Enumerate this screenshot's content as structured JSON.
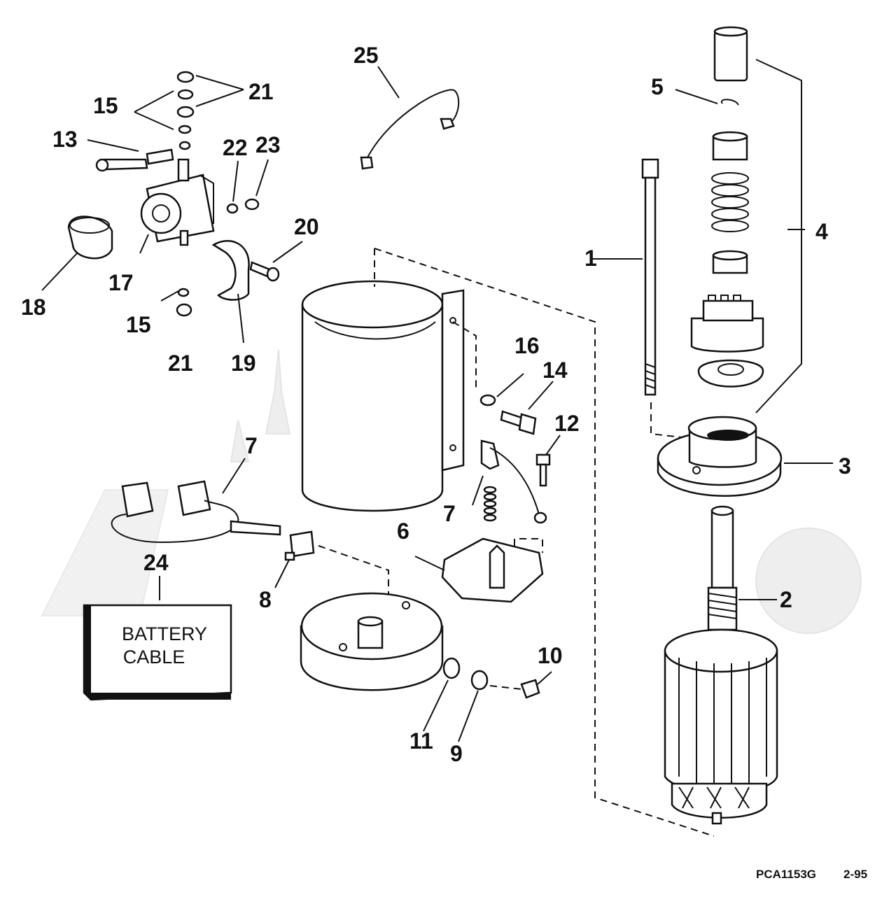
{
  "diagram": {
    "callouts": {
      "c1": "1",
      "c2": "2",
      "c3": "3",
      "c4": "4",
      "c5": "5",
      "c6": "6",
      "c7a": "7",
      "c7b": "7",
      "c8": "8",
      "c9": "9",
      "c10": "10",
      "c11": "11",
      "c12": "12",
      "c13": "13",
      "c14": "14",
      "c15a": "15",
      "c15b": "15",
      "c16": "16",
      "c17": "17",
      "c18": "18",
      "c19": "19",
      "c20": "20",
      "c21a": "21",
      "c21b": "21",
      "c22": "22",
      "c23": "23",
      "c24": "24",
      "c25": "25"
    },
    "battery_box": {
      "line1": "BATTERY",
      "line2": "CABLE"
    },
    "footer": {
      "code": "PCA1153G",
      "date": "2-95"
    }
  }
}
